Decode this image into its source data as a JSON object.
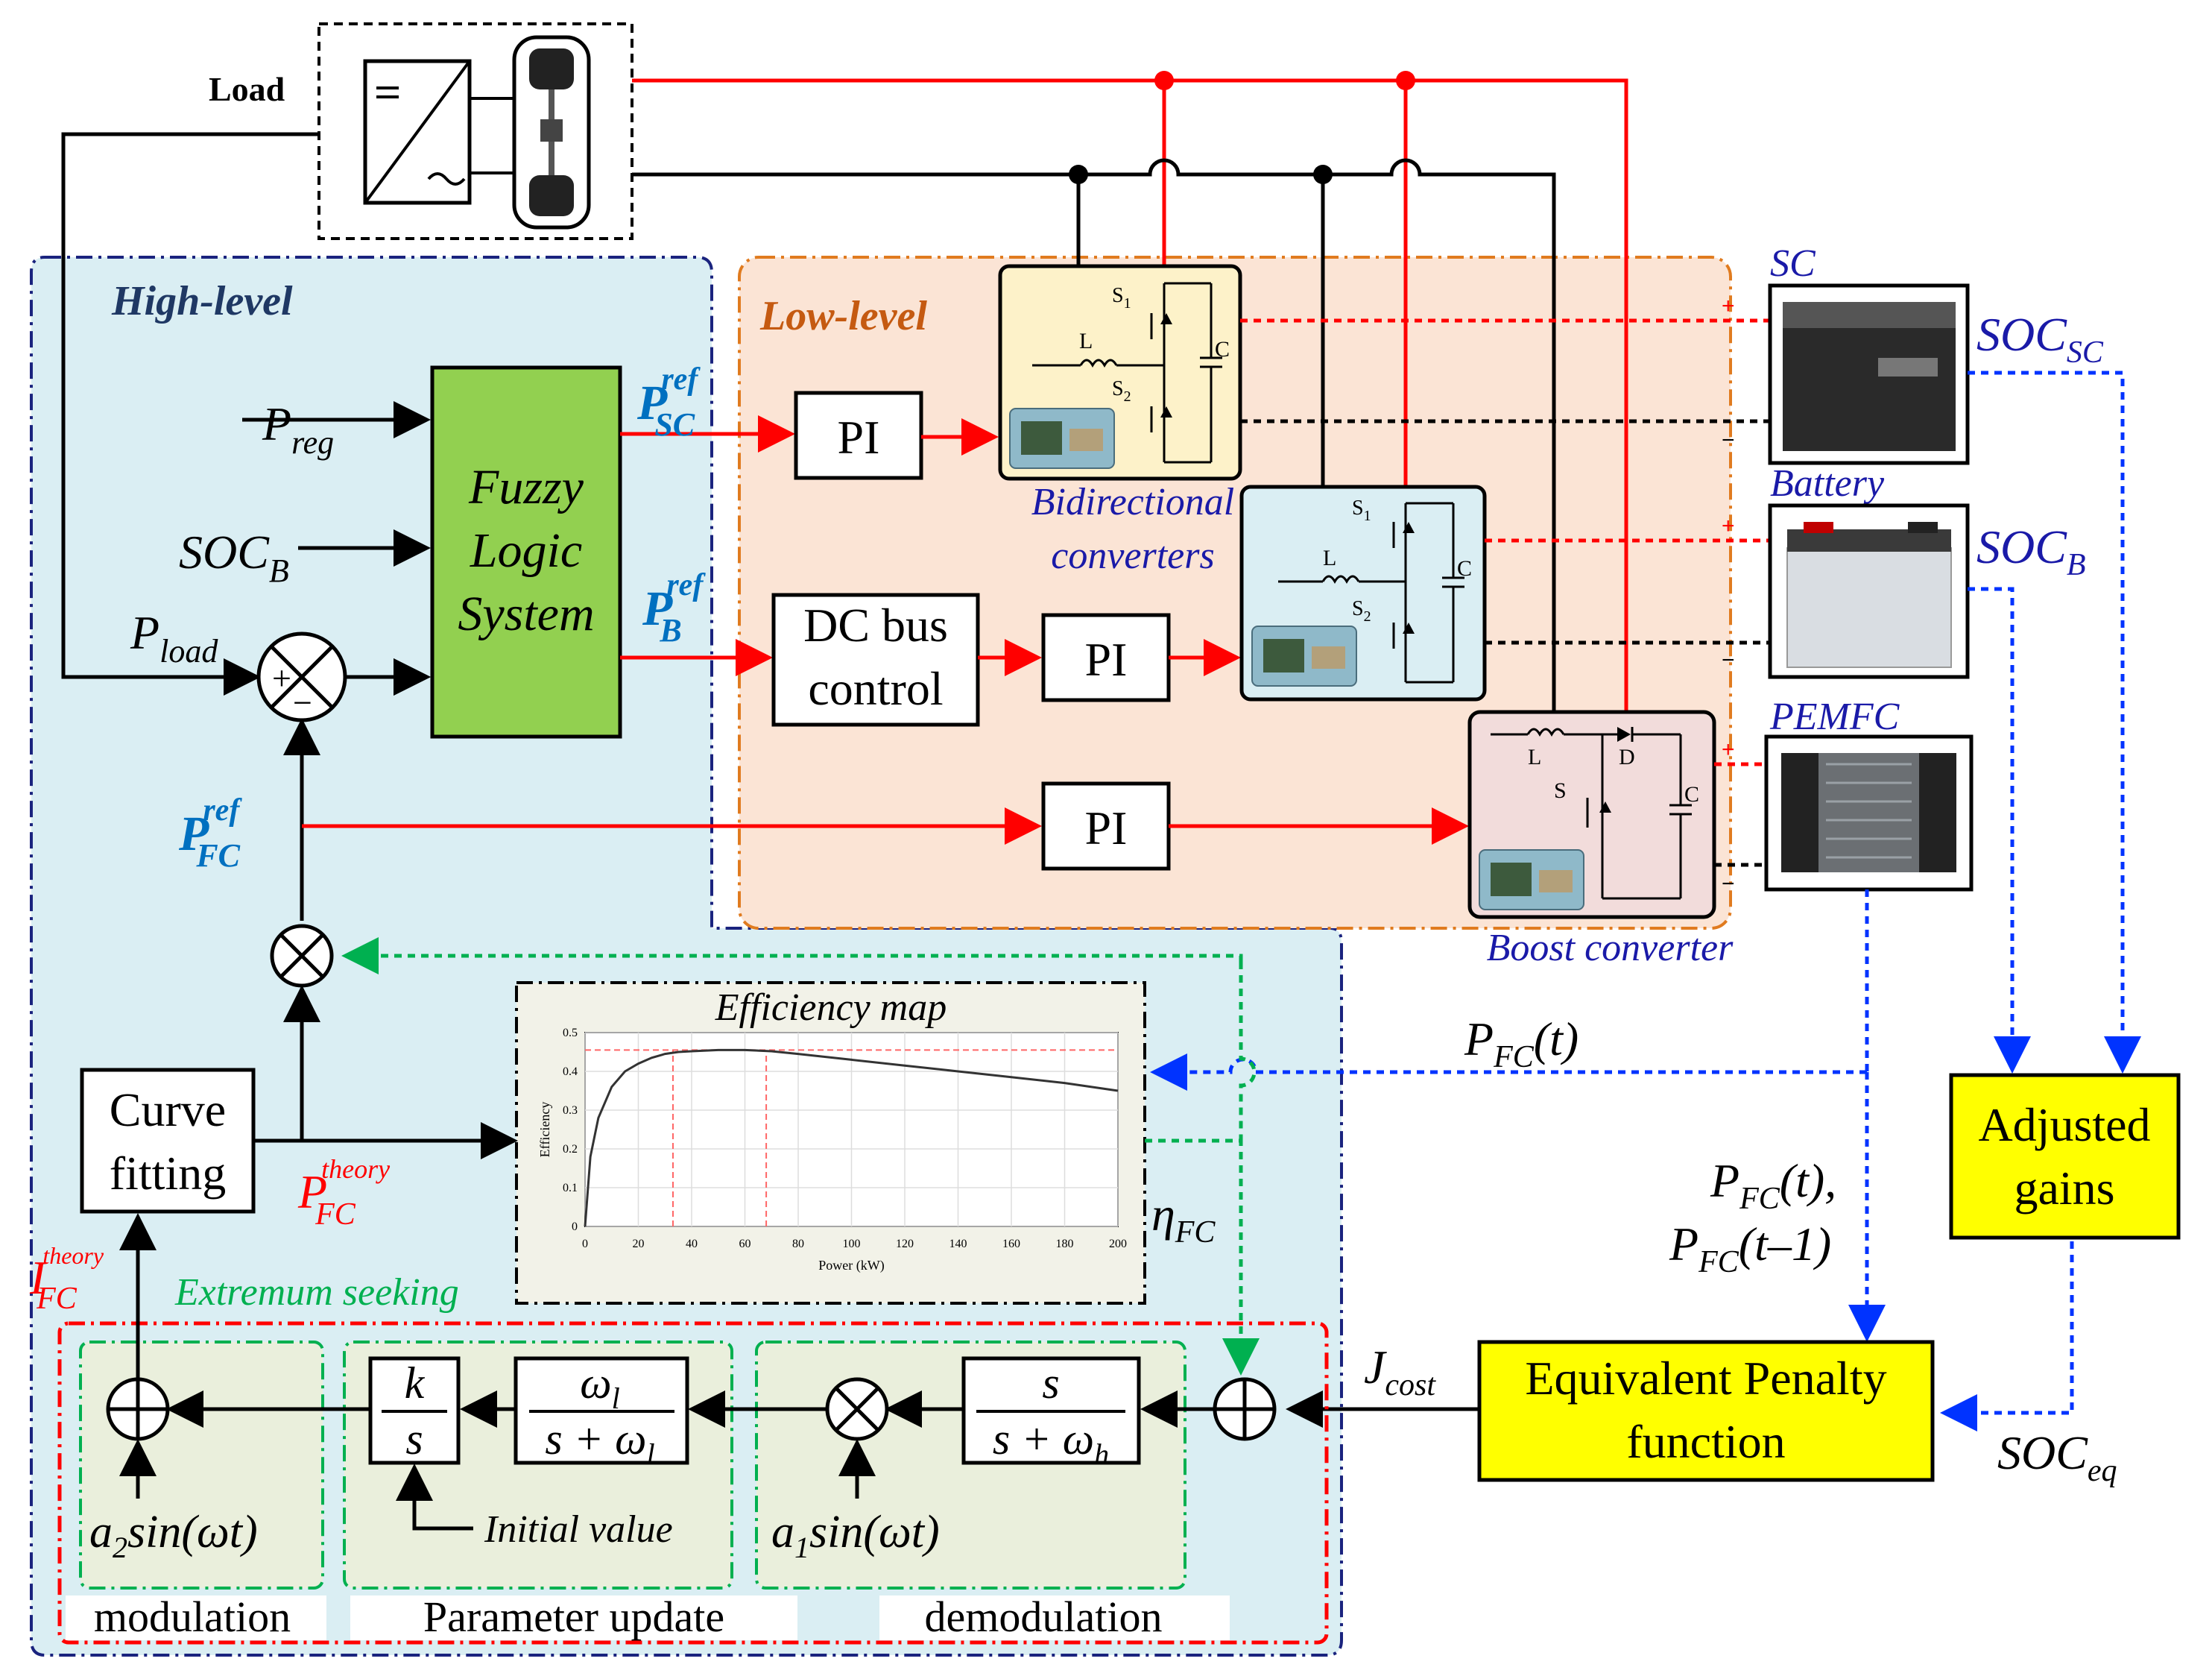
{
  "load": {
    "label": "Load"
  },
  "high_level": {
    "title": "High-level"
  },
  "low_level": {
    "title": "Low-level"
  },
  "inputs": {
    "p_reg": {
      "main": "P",
      "sub": "reg"
    },
    "soc_b": {
      "main": "SOC",
      "sub": "B"
    },
    "p_load": {
      "main": "P",
      "sub": "load"
    }
  },
  "fuzzy": {
    "line1": "Fuzzy",
    "line2": "Logic",
    "line3": "System"
  },
  "refs": {
    "p_sc": {
      "main": "P",
      "sub": "SC",
      "sup": "ref"
    },
    "p_b": {
      "main": "P",
      "sub": "B",
      "sup": "ref"
    },
    "p_fc": {
      "main": "P",
      "sub": "FC",
      "sup": "ref"
    },
    "p_fc_theory": {
      "main": "P",
      "sub": "FC",
      "sup": "theory"
    },
    "i_fc_theory": {
      "main": "I",
      "sub": "FC",
      "sup": "theory"
    }
  },
  "blocks": {
    "pi": "PI",
    "dc_bus_line1": "DC bus",
    "dc_bus_line2": "control",
    "curve_line1": "Curve",
    "curve_line2": "fitting",
    "adjusted_line1": "Adjusted",
    "adjusted_line2": "gains",
    "penalty_line1": "Equivalent Penalty",
    "penalty_line2": "function"
  },
  "converters": {
    "bidirectional_line1": "Bidirectional",
    "bidirectional_line2": "converters",
    "boost": "Boost converter",
    "s1": "S",
    "s1_sub": "1",
    "s2": "S",
    "s2_sub": "2",
    "s": "S",
    "l": "L",
    "c": "C",
    "d": "D",
    "plus": "+",
    "minus": "−"
  },
  "sources": {
    "sc": "SC",
    "battery": "Battery",
    "pemfc": "PEMFC",
    "soc_sc": {
      "main": "SOC",
      "sub": "SC"
    },
    "soc_b": {
      "main": "SOC",
      "sub": "B"
    }
  },
  "signals": {
    "pfc_t": "P",
    "pfc_t_sub": "FC",
    "pfc_t_arg": "(t)",
    "pfc_t_comma": "(t),",
    "pfc_t1_arg": "(t–1)",
    "eta": "η",
    "eta_sub": "FC",
    "j": "J",
    "j_sub": "cost",
    "soc_eq": "SOC",
    "soc_eq_sub": "eq"
  },
  "efficiency_map": {
    "title": "Efficiency map",
    "xlabel": "Power (kW)",
    "ylabel": "Efficiency",
    "x_ticks": [
      "0",
      "20",
      "40",
      "60",
      "80",
      "100",
      "120",
      "140",
      "160",
      "180",
      "200"
    ],
    "y_ticks": [
      "0",
      "0.1",
      "0.2",
      "0.3",
      "0.4",
      "0.5"
    ]
  },
  "chart_data": {
    "type": "line",
    "title": "Efficiency map",
    "xlabel": "Power (kW)",
    "ylabel": "Efficiency",
    "xlim": [
      0,
      200
    ],
    "ylim": [
      0,
      0.5
    ],
    "grid": true,
    "x": [
      0,
      2,
      5,
      10,
      15,
      20,
      25,
      30,
      35,
      40,
      50,
      60,
      70,
      80,
      100,
      120,
      140,
      160,
      180,
      200
    ],
    "series": [
      {
        "values": [
          0,
          0.18,
          0.28,
          0.36,
          0.4,
          0.42,
          0.435,
          0.445,
          0.45,
          0.452,
          0.455,
          0.455,
          0.452,
          0.445,
          0.43,
          0.415,
          0.4,
          0.385,
          0.37,
          0.35
        ]
      }
    ],
    "reference_lines": {
      "y": 0.455,
      "x": [
        33,
        68
      ]
    }
  },
  "extremum": {
    "title": "Extremum seeking",
    "k": "k",
    "s": "s",
    "omega_l": "ω",
    "omega_l_sub": "l",
    "s_plus": "s + ω",
    "omega_h_sub": "h",
    "initial_value": "Initial value",
    "a1": "a",
    "a1_sub": "1",
    "a2": "a",
    "a2_sub": "2",
    "sin_wt": "sin(ωt)",
    "modulation": "modulation",
    "parameter_update": "Parameter update",
    "demodulation": "demodulation"
  },
  "colors": {
    "high_level_fill": "#daeef3",
    "low_level_fill": "#fbe4d5",
    "fuzzy_fill": "#92d050",
    "yellow_fill": "#ffff00",
    "blue_title": "#1f3864",
    "orange_title": "#c55a11",
    "ref_blue": "#0070c0",
    "red": "#ff0000",
    "green": "#00b050",
    "dashed_blue": "#0033ff"
  }
}
